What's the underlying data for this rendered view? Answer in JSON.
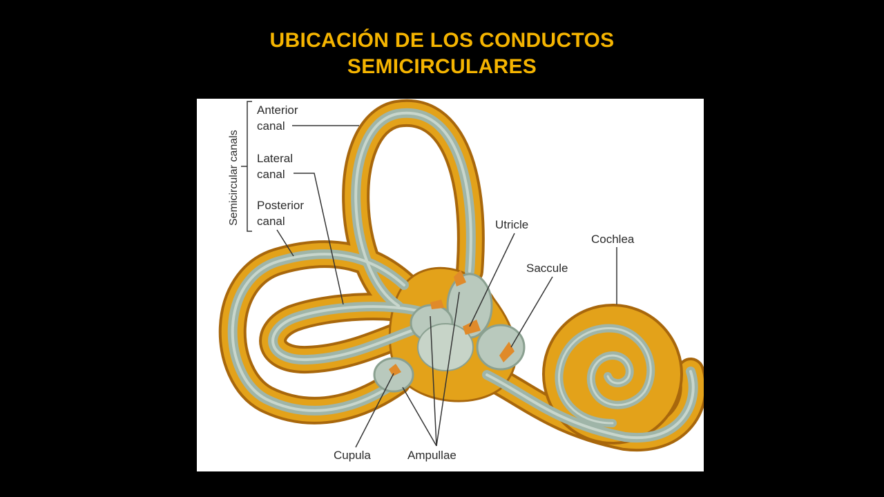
{
  "slide": {
    "title_line1": "UBICACIÓN DE LOS CONDUCTOS",
    "title_line2": "SEMICIRCULARES",
    "title_color": "#f5b400",
    "background": "#000000"
  },
  "figure": {
    "group_label": "Semicircular canals",
    "labels": {
      "anterior_1": "Anterior",
      "anterior_2": "canal",
      "lateral_1": "Lateral",
      "lateral_2": "canal",
      "posterior_1": "Posterior",
      "posterior_2": "canal",
      "utricle": "Utricle",
      "saccule": "Saccule",
      "cochlea": "Cochlea",
      "cupula": "Cupula",
      "ampullae": "Ampullae"
    },
    "colors": {
      "outer_tube": "#e3a21a",
      "tube_edge": "#a8670c",
      "inner_duct": "#9fb5a8",
      "duct_center": "#c8d6cc",
      "sensory_patch": "#e08a2a"
    }
  }
}
